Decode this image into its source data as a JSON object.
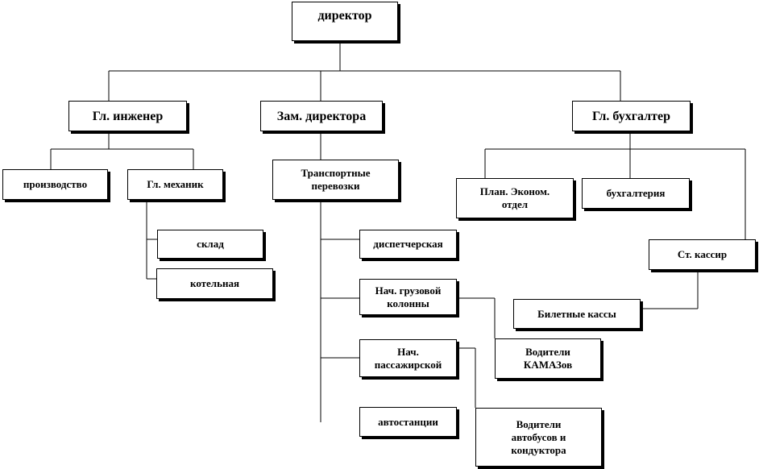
{
  "nodes": {
    "director": [
      "директор"
    ],
    "chief_engineer": [
      "Гл. инженер"
    ],
    "deputy_director": [
      "Зам. директора"
    ],
    "chief_accountant": [
      "Гл. бухгалтер"
    ],
    "production": [
      "производство"
    ],
    "chief_mechanic": [
      "Гл. механик"
    ],
    "transport": [
      "Транспортные",
      "перевозки"
    ],
    "plan_econ": [
      "План. Эконом.",
      "отдел"
    ],
    "accounting": [
      "бухгалтерия"
    ],
    "warehouse": [
      "склад"
    ],
    "boiler_room": [
      "котельная"
    ],
    "dispatch": [
      "диспетчерская"
    ],
    "senior_cashier": [
      "Ст. кассир"
    ],
    "cargo_column": [
      "Нач. грузовой",
      "колонны"
    ],
    "ticket_offices": [
      "Билетные кассы"
    ],
    "kamaz_drivers": [
      "Водители",
      "КАМАЗов"
    ],
    "passenger_head": [
      "Нач.",
      "пассажирской"
    ],
    "bus_stations": [
      "автостанции"
    ],
    "bus_drivers": [
      "Водители",
      "автобусов и",
      "кондуктора"
    ]
  }
}
